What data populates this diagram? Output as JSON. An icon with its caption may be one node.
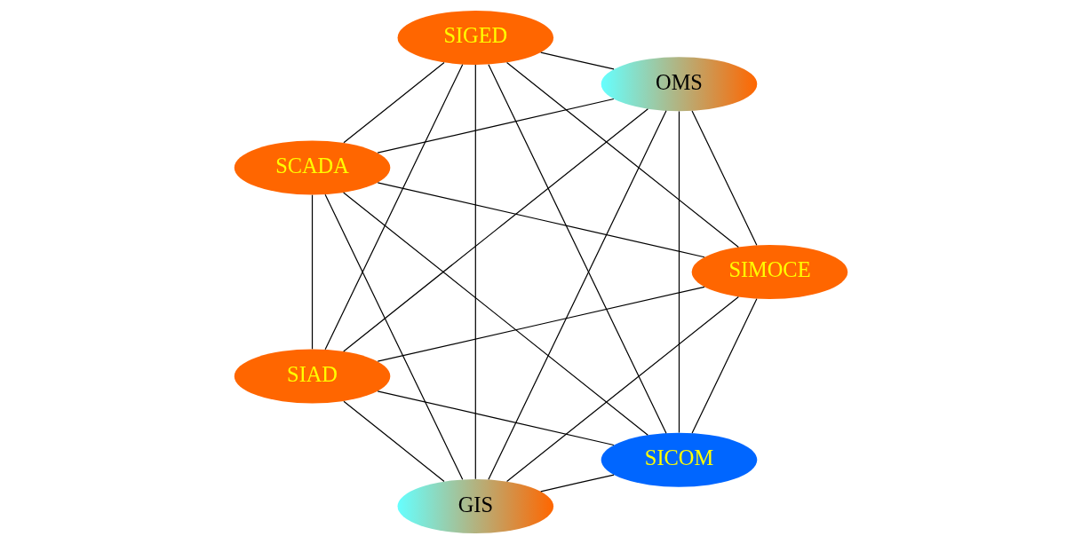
{
  "diagram": {
    "nodes": [
      {
        "text": [
          "SICOM"
        ]
      },
      {
        "text": [
          "SIMOCE"
        ]
      },
      {
        "text": [
          "SIAD"
        ]
      },
      {
        "text": [
          "SCADA"
        ]
      },
      {
        "text": [
          "SIGED"
        ]
      },
      {
        "text": [
          "OMS"
        ]
      },
      {
        "text": [
          "GIS"
        ]
      }
    ],
    "edges": [
      {
        "from": 0,
        "to": 1,
        "arrow": "none"
      },
      {
        "from": 0,
        "to": 2,
        "arrow": "none"
      },
      {
        "from": 0,
        "to": 3,
        "arrow": "none"
      },
      {
        "from": 0,
        "to": 4,
        "arrow": "none"
      },
      {
        "from": 0,
        "to": 5,
        "arrow": "none"
      },
      {
        "from": 0,
        "to": 6,
        "arrow": "none"
      },
      {
        "from": 1,
        "to": 2,
        "arrow": "none"
      },
      {
        "from": 1,
        "to": 3,
        "arrow": "none"
      },
      {
        "from": 1,
        "to": 4,
        "arrow": "none"
      },
      {
        "from": 1,
        "to": 5,
        "arrow": "none"
      },
      {
        "from": 1,
        "to": 6,
        "arrow": "none"
      },
      {
        "from": 2,
        "to": 3,
        "arrow": "none"
      },
      {
        "from": 2,
        "to": 4,
        "arrow": "none"
      },
      {
        "from": 2,
        "to": 5,
        "arrow": "none"
      },
      {
        "from": 2,
        "to": 6,
        "arrow": "none"
      },
      {
        "from": 3,
        "to": 4,
        "arrow": "none"
      },
      {
        "from": 3,
        "to": 5,
        "arrow": "none"
      },
      {
        "from": 3,
        "to": 6,
        "arrow": "none"
      },
      {
        "from": 4,
        "to": 5,
        "arrow": "none"
      },
      {
        "from": 4,
        "to": 6,
        "arrow": "none"
      },
      {
        "from": 5,
        "to": 6,
        "arrow": "none"
      }
    ]
  }
}
